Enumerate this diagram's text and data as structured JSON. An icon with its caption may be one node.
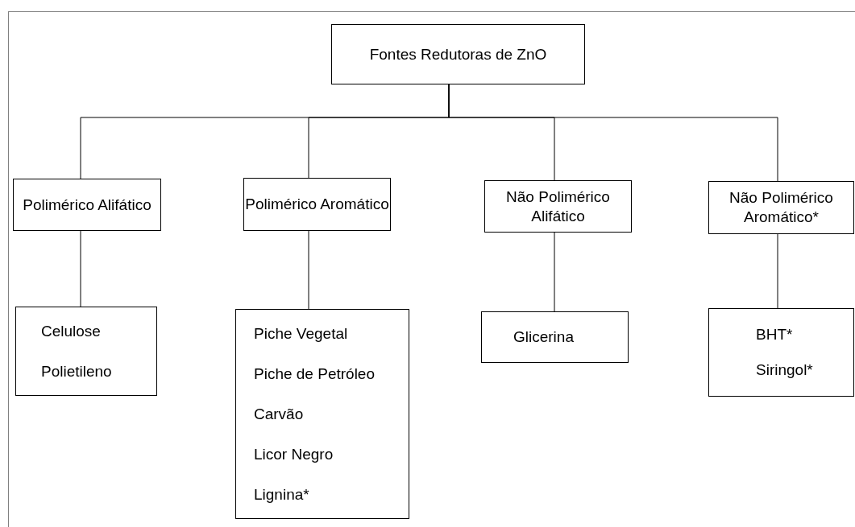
{
  "diagram": {
    "nodes": [
      {
        "text": [
          "Fontes Redutoras de ZnO"
        ]
      },
      {
        "text": [
          "Polimérico Alifático"
        ]
      },
      {
        "text": [
          "Polimérico Aromático"
        ]
      },
      {
        "text": [
          "Não Polimérico Alifático"
        ]
      },
      {
        "text": [
          "Não Polimérico Aromático*"
        ]
      },
      {
        "text": [
          "Celulose",
          "Polietileno"
        ]
      },
      {
        "text": [
          "Piche Vegetal",
          "Piche de Petróleo",
          "Carvão",
          "Licor Negro",
          "Lignina*"
        ]
      },
      {
        "text": [
          "Glicerina"
        ]
      },
      {
        "text": [
          "BHT*",
          "Siringol*"
        ]
      }
    ],
    "edges": [
      {
        "from": 0,
        "to": 1,
        "arrow": "none"
      },
      {
        "from": 0,
        "to": 2,
        "arrow": "none"
      },
      {
        "from": 0,
        "to": 3,
        "arrow": "none"
      },
      {
        "from": 0,
        "to": 4,
        "arrow": "none"
      },
      {
        "from": 1,
        "to": 5,
        "arrow": "none"
      },
      {
        "from": 2,
        "to": 6,
        "arrow": "none"
      },
      {
        "from": 3,
        "to": 7,
        "arrow": "none"
      },
      {
        "from": 4,
        "to": 8,
        "arrow": "none"
      }
    ]
  }
}
